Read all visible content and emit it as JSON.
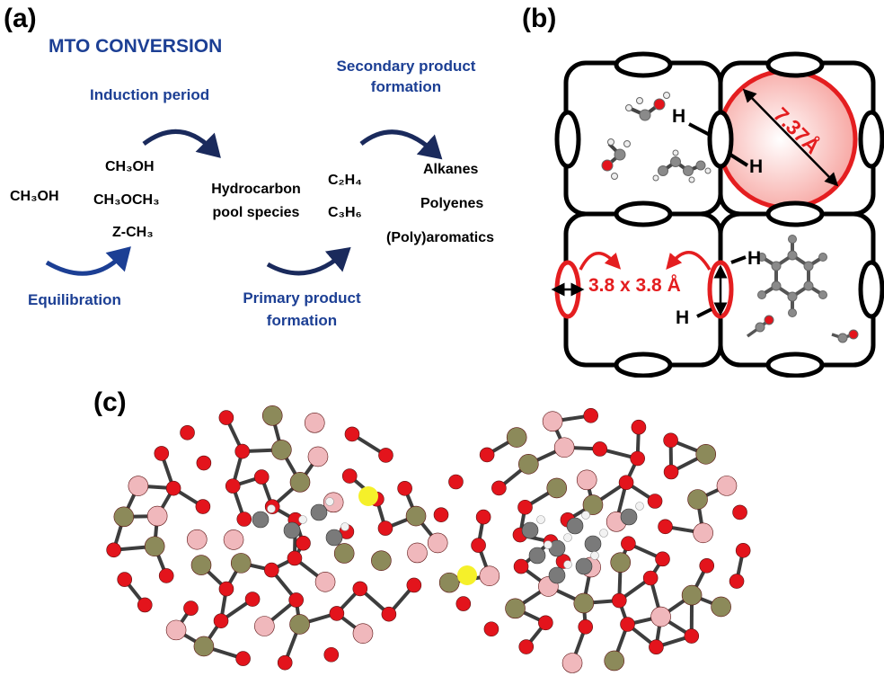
{
  "panels": {
    "a": "(a)",
    "b": "(b)",
    "c": "(c)"
  },
  "panel_a": {
    "title": "MTO CONVERSION",
    "induction": "Induction period",
    "secondary_line1": "Secondary product",
    "secondary_line2": "formation",
    "ch3oh_left": "CH₃OH",
    "mid_species": [
      "CH₃OH",
      "CH₃OCH₃",
      "Z-CH₃"
    ],
    "pool_line1": "Hydrocarbon",
    "pool_line2": "pool species",
    "olefins": [
      "C₂H₄",
      "C₃H₆"
    ],
    "products": [
      "Alkanes",
      "Polyenes",
      "(Poly)aromatics"
    ],
    "equilibration": "Equilibration",
    "primary_line1": "Primary product",
    "primary_line2": "formation",
    "colors": {
      "text_blue": "#1c3f94",
      "arrow_navy": "#1a2a5c"
    }
  },
  "panel_b": {
    "cage_diameter": "7.37Å",
    "window_size": "3.8 x 3.8 Å",
    "h_labels": [
      "H",
      "H",
      "H",
      "H"
    ],
    "colors": {
      "highlight_red": "#e41e20",
      "cage_fill": "#fbd3d1"
    }
  },
  "panel_c": {
    "colors": {
      "oxygen": "#e3141c",
      "silicon": "#8c8a5a",
      "aluminum": "#f0b8bc",
      "carbon": "#7a7a7a",
      "hydrogen": "#f2f2f2",
      "acid_site": "#f5f02a"
    }
  }
}
